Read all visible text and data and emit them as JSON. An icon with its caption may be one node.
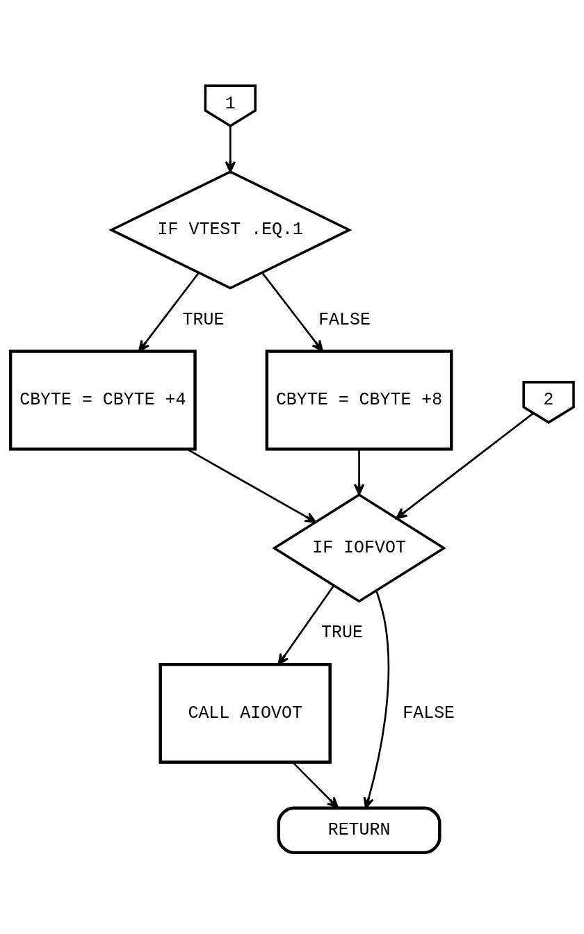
{
  "diagram": {
    "nodes": [
      {
        "text": [
          "1"
        ]
      },
      {
        "text": [
          "IF VTEST .EQ.1"
        ]
      },
      {
        "text": [
          "CBYTE = CBYTE +4"
        ]
      },
      {
        "text": [
          "CBYTE = CBYTE +8"
        ]
      },
      {
        "text": [
          "2"
        ]
      },
      {
        "text": [
          "IF IOFVOT"
        ]
      },
      {
        "text": [
          "CALL AIOVOT"
        ]
      },
      {
        "text": [
          "RETURN"
        ]
      }
    ],
    "edges": [
      {
        "from": 0,
        "to": 1,
        "arrow": "to"
      },
      {
        "from": 1,
        "to": 2,
        "arrow": "to",
        "label": "TRUE"
      },
      {
        "from": 1,
        "to": 3,
        "arrow": "to",
        "label": "FALSE"
      },
      {
        "from": 2,
        "to": 5,
        "arrow": "to"
      },
      {
        "from": 4,
        "to": 5,
        "arrow": "to"
      },
      {
        "from": 3,
        "to": 5,
        "arrow": "to"
      },
      {
        "from": 5,
        "to": 6,
        "arrow": "to",
        "label": "TRUE"
      },
      {
        "from": 6,
        "to": 7,
        "arrow": "to"
      },
      {
        "from": 5,
        "to": 7,
        "arrow": "to",
        "label": "FALSE"
      }
    ]
  }
}
